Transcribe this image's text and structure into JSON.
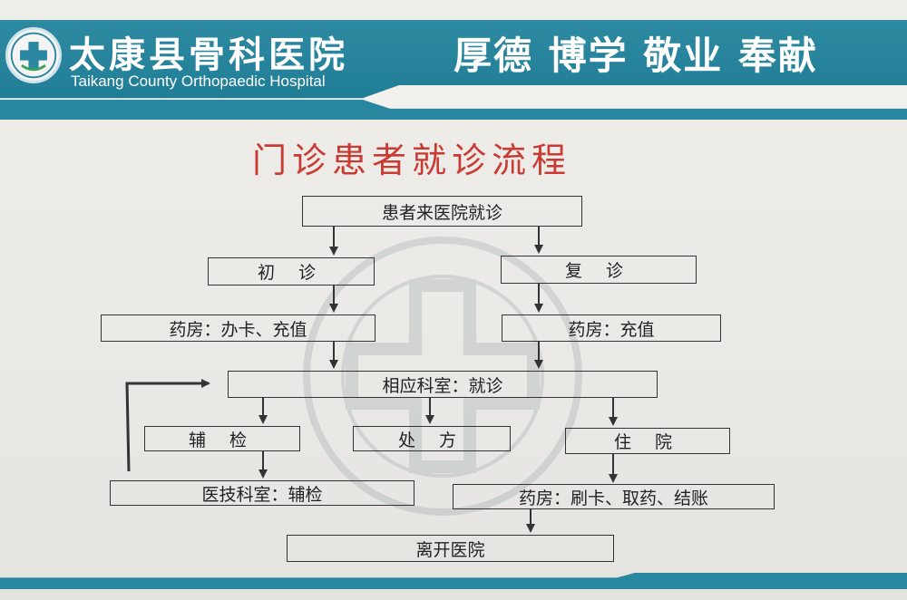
{
  "header": {
    "hospital_name_cn": "太康县骨科医院",
    "hospital_name_en": "Taikang County Orthopaedic Hospital",
    "motto": "厚德 博学 敬业 奉献",
    "brand_color": "#2a87a0"
  },
  "title": "门诊患者就诊流程",
  "title_color": "#c83a32",
  "flow": {
    "start": "患者来医院就诊",
    "first_visit": "初 诊",
    "return_visit": "复 诊",
    "pharmacy_card_topup": "药房：办卡、充值",
    "pharmacy_topup": "药房：充值",
    "department_visit": "相应科室：就诊",
    "aux_exam": "辅 检",
    "prescription": "处 方",
    "hospitalize": "住 院",
    "medtech_aux_exam": "医技科室：辅检",
    "pharmacy_checkout": "药房：刷卡、取药、结账",
    "leave": "离开医院"
  }
}
